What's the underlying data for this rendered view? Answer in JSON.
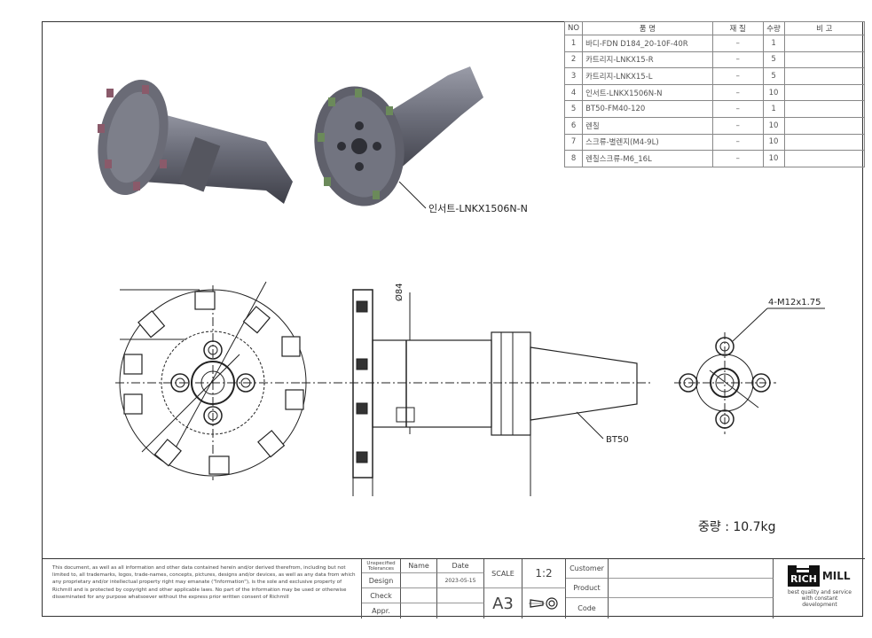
{
  "bom": {
    "headers": {
      "no": "NO",
      "name": "품          명",
      "material": "재  질",
      "qty": "수량",
      "remarks": "비          고"
    },
    "rows": [
      {
        "no": "1",
        "name": "바디-FDN D184_20-10F-40R",
        "material": "–",
        "qty": "1"
      },
      {
        "no": "2",
        "name": "카트리지-LNKX15-R",
        "material": "–",
        "qty": "5"
      },
      {
        "no": "3",
        "name": "카트리지-LNKX15-L",
        "material": "–",
        "qty": "5"
      },
      {
        "no": "4",
        "name": "인서트-LNKX1506N-N",
        "material": "–",
        "qty": "10"
      },
      {
        "no": "5",
        "name": "BT50-FM40-120",
        "material": "–",
        "qty": "1"
      },
      {
        "no": "6",
        "name": "렌칠",
        "material": "–",
        "qty": "10"
      },
      {
        "no": "7",
        "name": "스크류-별렌지(M4-9L)",
        "material": "–",
        "qty": "10"
      },
      {
        "no": "8",
        "name": "렌칠스크류-M6_16L",
        "material": "–",
        "qty": "10"
      }
    ]
  },
  "annotations": {
    "insert_callout": "인서트-LNKX1506N-N",
    "diameter": "Ø84",
    "taper": "BT50",
    "thread": "4-M12x1.75",
    "weight": "중량 :  10.7kg"
  },
  "title_block": {
    "legal": "This document, as well as all information and other data contained herein and/or derived therefrom, including but not limited to, all trademarks, logos, trade-names, concepts, pictures, designs and/or devices, as well as any data from which any proprietary and/or intellectual property right may emanate (\"Information\"), is the sole and exclusive property of Richmill and is protected by copyright and other applicable laws. No part of the information may be used or otherwise disseminated for any purpose whatsoever without the express prior written consent of Richmill",
    "tolerances": "Unspecified Tolerances",
    "name_label": "Name",
    "date_label": "Date",
    "design": "Design",
    "design_date": "2023-05-15",
    "check": "Check",
    "appr": "Appr.",
    "scale_label": "SCALE",
    "scale": "1:2",
    "sheet": "A3",
    "customer": "Customer",
    "product": "Product",
    "code": "Code",
    "logo_left": "RICH",
    "logo_right": "MILL",
    "tagline": "best quality and service with constant development"
  }
}
